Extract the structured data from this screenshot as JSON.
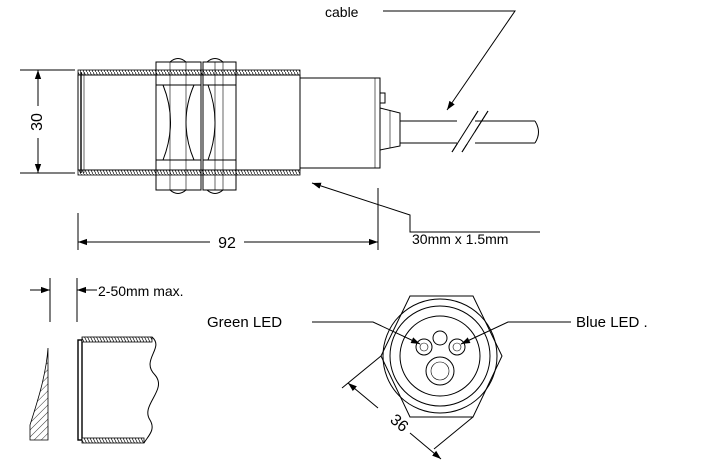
{
  "labels": {
    "cable": "cable",
    "diameter": "30",
    "length": "92",
    "thread": "30mm x 1.5mm",
    "distance": "2-50mm max.",
    "green_led": "Green LED",
    "blue_led": "Blue LED  .",
    "hex_size": "36"
  }
}
